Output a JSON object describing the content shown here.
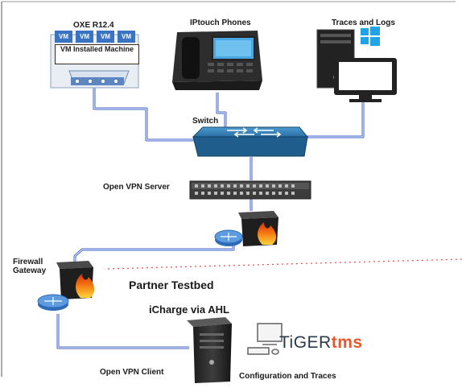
{
  "labels": {
    "oxe": "OXE R12.4",
    "vm_tag": "VM",
    "vm_installed": "VM Installed Machine",
    "iptouch": "IPtouch Phones",
    "traces_logs": "Traces and Logs",
    "switch": "Switch",
    "open_vpn_server": "Open VPN Server",
    "firewall": "Firewall Gateway",
    "partner_testbed": "Partner Testbed",
    "icharge": "iCharge via AHL",
    "open_vpn_client": "Open VPN Client",
    "config_traces": "Configuration and Traces",
    "tiger_part1": "TiGER",
    "tiger_part2": "tms"
  },
  "colors": {
    "cable": "#3f63c9",
    "switch_body": "#1f5d8c",
    "flame": "#ef6a1a",
    "router": "#3f7fd0",
    "partner_line": "#e24b4b",
    "vm_blue": "#3a73c4",
    "tiger_orange": "#e8562a"
  }
}
